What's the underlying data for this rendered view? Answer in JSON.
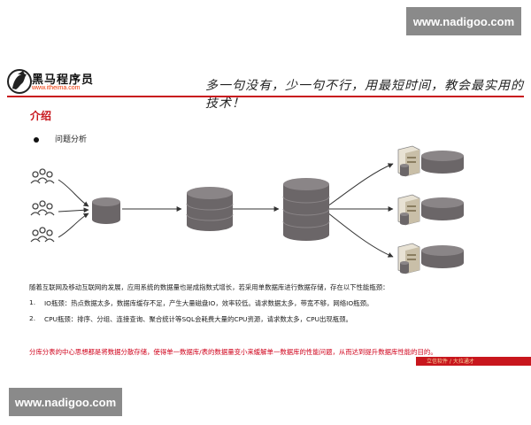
{
  "watermark": {
    "top": "www.nadigoo.com",
    "bottom": "www.nadigoo.com"
  },
  "header": {
    "brand": "黑马程序员",
    "url": "www.itheima.com",
    "slogan": "多一句没有，少一句不行，用最短时间，教会最实用的技术！"
  },
  "content": {
    "section_title": "介绍",
    "bullet": "问题分析",
    "intro": "随着互联网及移动互联网的发展，应用系统的数据量也是成指数式增长，若采用单数据库进行数据存储，存在以下性能瓶颈：",
    "items": [
      {
        "num": "1.",
        "text": "IO瓶颈：热点数据太多，数据库缓存不足，产生大量磁盘IO，效率较低。请求数据太多，带宽不够，网络IO瓶颈。"
      },
      {
        "num": "2.",
        "text": "CPU瓶颈：排序、分组、连接查询、聚合统计等SQL会耗费大量的CPU资源，请求数太多，CPU出现瓶颈。"
      }
    ],
    "summary": "分库分表的中心思想都是将数据分散存储，使得单一数据库/表的数据量变小来缓解单一数据库的性能问题，从而达到提升数据库性能的目的。",
    "footer_text": "立信软件 / 大拉通才"
  },
  "colors": {
    "accent": "#c8161d",
    "db_fill": "#6b6668",
    "db_top": "#8a8587"
  },
  "icons": [
    "users-icon",
    "database-icon",
    "server-icon",
    "arrow-icon",
    "horse-logo-icon"
  ]
}
